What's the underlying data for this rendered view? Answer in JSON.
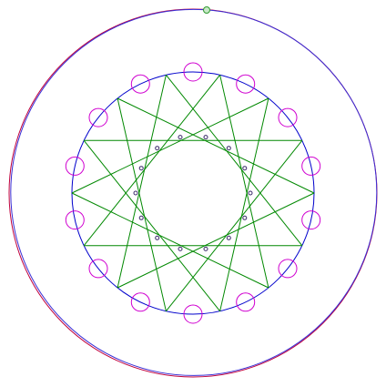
{
  "colors": {
    "background": "#ffffff",
    "outer_circle_1": "#c0003c",
    "outer_circle_2": "#3a2fd6",
    "inner_circle": "#0000cc",
    "star": "#008800",
    "rim_circles": "#d000d0",
    "dots": "#3a2a6a",
    "top_marker": "#2f9a2f"
  },
  "diagram": {
    "points": 14,
    "star_skip": 5,
    "rim_circle_count": 14,
    "dot_count": 14,
    "has_top_marker": true
  }
}
